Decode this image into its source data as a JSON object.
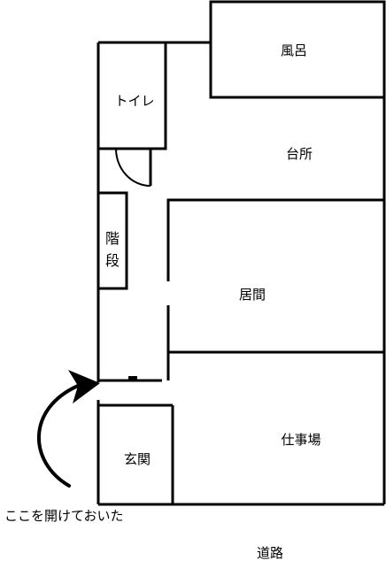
{
  "rooms": {
    "bath": "風呂",
    "toilet": "トイレ",
    "kitchen": "台所",
    "stairs_line1": "階",
    "stairs_line2": "段",
    "living": "居間",
    "workplace": "仕事場",
    "entrance": "玄関"
  },
  "annotation": "ここを開けておいた",
  "road": "道路"
}
